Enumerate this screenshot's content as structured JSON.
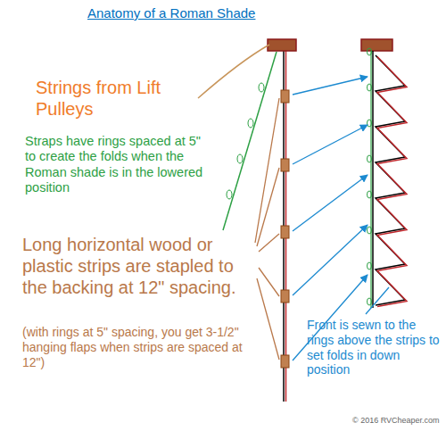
{
  "diagram": {
    "title": "Anatomy of a Roman Shade",
    "labels": [
      "Strings from Lift Pulleys",
      "Straps have rings spaced at 5\" to create the folds when the Roman shade is in the lowered position",
      "Long horizontal wood or plastic strips are stapled to the backing at 12\" spacing.",
      "(with rings at 5\" spacing, you get 3-1/2\" hanging flaps when strips are spaced at 12\")",
      "Front is sewn to the rings above the strips to set folds in down position",
      "© 2016 RVCheaper.com"
    ]
  }
}
